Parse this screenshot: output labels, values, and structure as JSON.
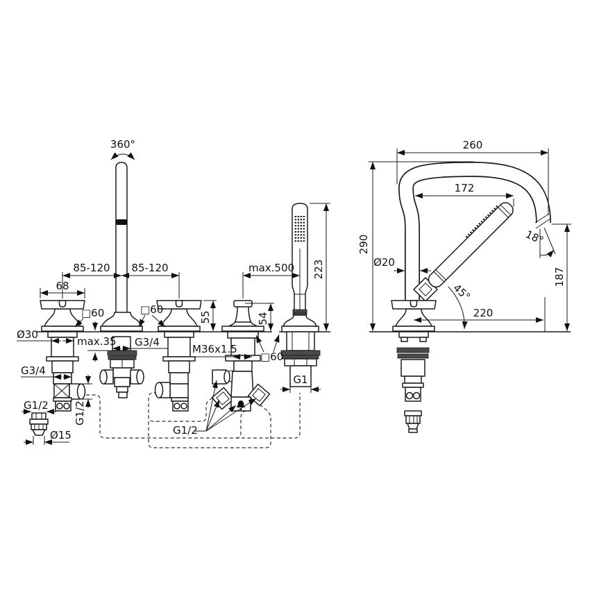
{
  "colors": {
    "background": "#ffffff",
    "line": "#1a1a1a",
    "washer_fill": "#4a4a4a"
  },
  "front": {
    "rotation": "360°",
    "spacing_left": "85-120",
    "spacing_right": "85-120",
    "hose_length": "max.500",
    "handle_width": "68",
    "handle_square_left": "□60",
    "handle_square_mid": "□60",
    "handle_square_right": "□60",
    "handle_dia": "Ø30",
    "deck_thickness": "max.35",
    "spout_thread": "G3/4",
    "valve_thread": "G3/4",
    "outlet_thread": "G1/2",
    "diverter_thread": "M36x1.5",
    "diverter_outlets_thread": "G1/2",
    "shower_base_thread": "G1",
    "handle_height": "55",
    "diverter_height": "54",
    "shower_height": "223",
    "fitting_thread": "G1/2",
    "fitting_dia": "Ø15"
  },
  "side": {
    "spout_reach_overall": "260",
    "spout_reach_inner": "172",
    "spout_height": "290",
    "pipe_dia": "Ø20",
    "spray_angle": "18°",
    "outlet_height": "187",
    "shower_angle": "45°",
    "base_reach": "220"
  }
}
